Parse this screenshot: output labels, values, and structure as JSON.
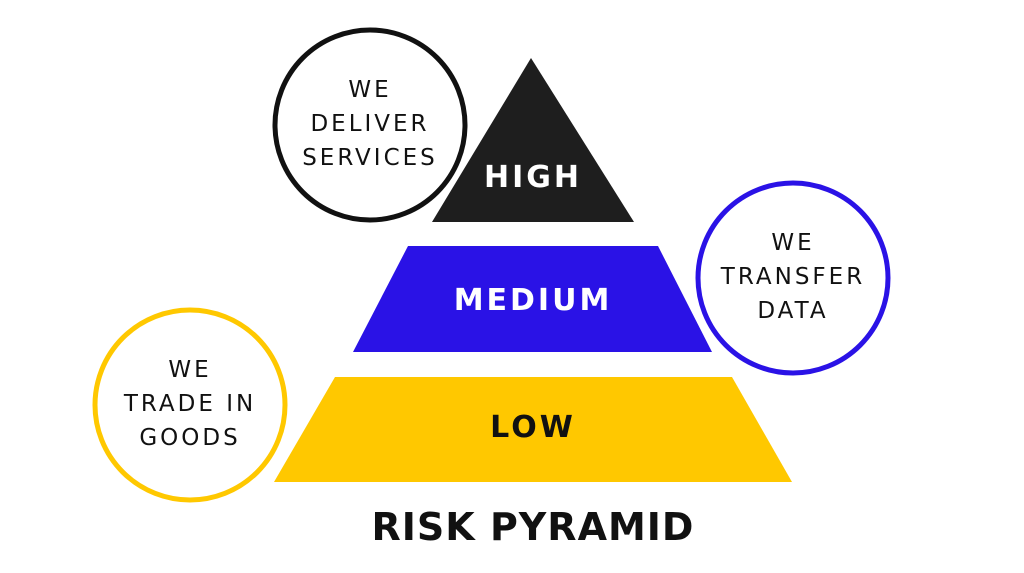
{
  "tiers": {
    "high": {
      "label": "HIGH",
      "color": "#1e1e1e",
      "text_color": "#ffffff"
    },
    "medium": {
      "label": "MEDIUM",
      "color": "#2a12e6",
      "text_color": "#ffffff"
    },
    "low": {
      "label": "LOW",
      "color": "#ffc800",
      "text_color": "#111111"
    }
  },
  "circles": {
    "services": {
      "lines": [
        "WE",
        "DELIVER",
        "SERVICES"
      ],
      "color": "#111111"
    },
    "data": {
      "lines": [
        "WE",
        "TRANSFER",
        "DATA"
      ],
      "color": "#2a12e6"
    },
    "goods": {
      "lines": [
        "WE",
        "TRADE IN",
        "GOODS"
      ],
      "color": "#ffc800"
    }
  },
  "title": "RISK PYRAMID"
}
